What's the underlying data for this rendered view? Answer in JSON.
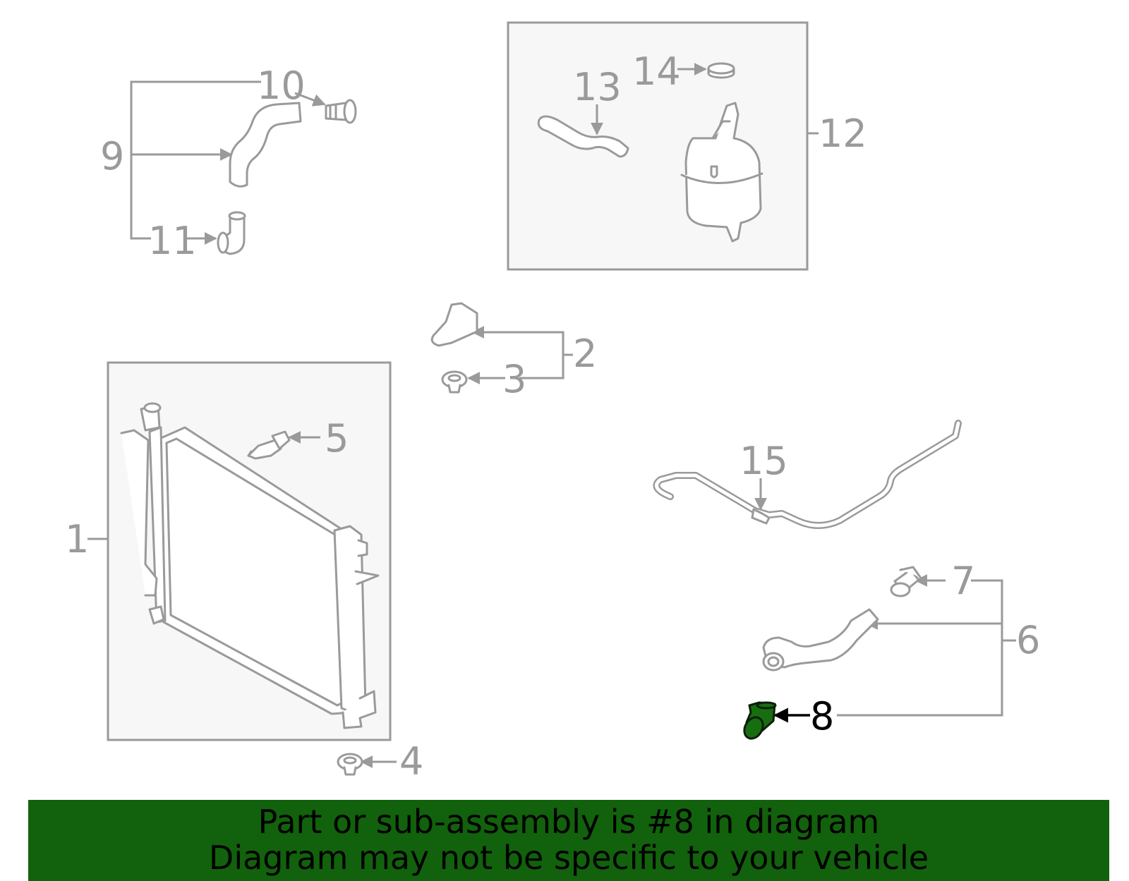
{
  "callouts": {
    "c1": "1",
    "c2": "2",
    "c3": "3",
    "c4": "4",
    "c5": "5",
    "c6": "6",
    "c7": "7",
    "c8": "8",
    "c9": "9",
    "c10": "10",
    "c11": "11",
    "c12": "12",
    "c13": "13",
    "c14": "14",
    "c15": "15"
  },
  "highlighted_part": "8",
  "banner": {
    "line1": "Part or sub-assembly is #8 in diagram",
    "line2": "Diagram may not be specific to your vehicle"
  },
  "colors": {
    "banner_bg": "#12610c",
    "highlight_part": "#176e10",
    "line_gray": "#9a9a9a",
    "box_fill": "#f7f7f7"
  }
}
